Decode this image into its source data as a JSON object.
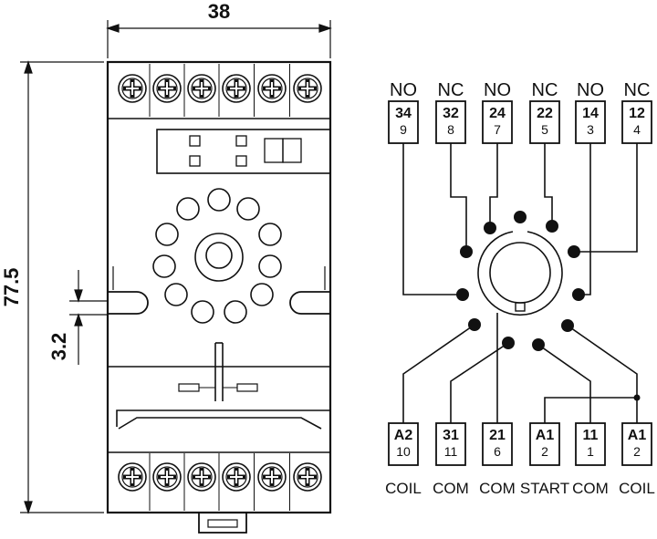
{
  "dimensions": {
    "width": "38",
    "height": "77.5",
    "gap": "3.2"
  },
  "top_terminals": [
    {
      "type": "NO",
      "code": "34",
      "pin": "9"
    },
    {
      "type": "NC",
      "code": "32",
      "pin": "8"
    },
    {
      "type": "NO",
      "code": "24",
      "pin": "7"
    },
    {
      "type": "NC",
      "code": "22",
      "pin": "5"
    },
    {
      "type": "NO",
      "code": "14",
      "pin": "3"
    },
    {
      "type": "NC",
      "code": "12",
      "pin": "4"
    }
  ],
  "bottom_terminals": [
    {
      "code": "A2",
      "pin": "10",
      "label": "COIL"
    },
    {
      "code": "31",
      "pin": "11",
      "label": "COM"
    },
    {
      "code": "21",
      "pin": "6",
      "label": "COM"
    },
    {
      "code": "A1",
      "pin": "2",
      "label": "START"
    },
    {
      "code": "11",
      "pin": "1",
      "label": "COM"
    },
    {
      "code": "A1",
      "pin": "2",
      "label": "COIL"
    }
  ]
}
